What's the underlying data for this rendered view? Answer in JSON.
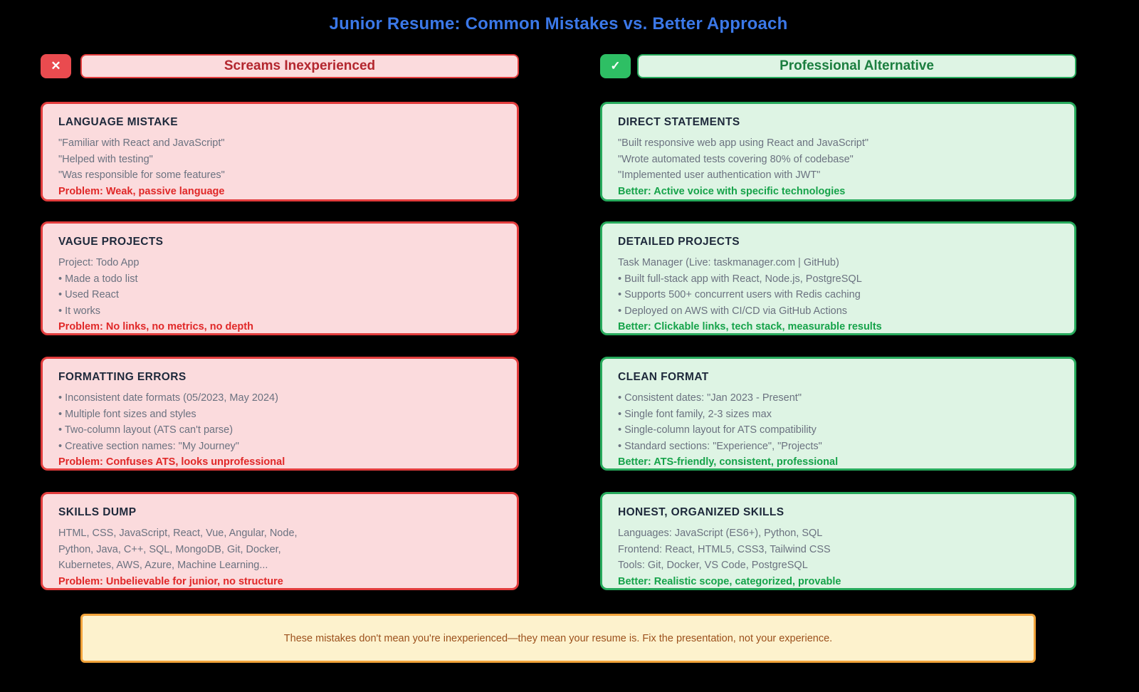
{
  "title": "Junior Resume: Common Mistakes vs. Better Approach",
  "colors": {
    "background": "#000000",
    "title_blue": "#3b78e8",
    "bad_border": "#e23d3d",
    "bad_bg": "#fbdbdd",
    "bad_header_text": "#b3262e",
    "bad_badge_bg": "#ea4b4f",
    "problem_red": "#e02828",
    "good_border": "#27aa5c",
    "good_bg": "#def4e4",
    "good_header_text": "#1b7e3f",
    "good_badge_bg": "#2ebf64",
    "better_green": "#16a34a",
    "card_title_text": "#1e293b",
    "body_text": "#6b7280",
    "note_bg": "#fdf2cd",
    "note_border": "#f2a33a",
    "note_text": "#9c511d"
  },
  "bad": {
    "badge_icon": "✕",
    "header": "Screams Inexperienced",
    "cards": [
      {
        "title": "LANGUAGE MISTAKE",
        "lines": [
          "\"Familiar with React and JavaScript\"",
          "\"Helped with testing\"",
          "\"Was responsible for some features\""
        ],
        "verdict": "Problem: Weak, passive language"
      },
      {
        "title": "VAGUE PROJECTS",
        "lines": [
          "Project: Todo App",
          "• Made a todo list",
          "• Used React",
          "• It works"
        ],
        "verdict": "Problem: No links, no metrics, no depth"
      },
      {
        "title": "FORMATTING ERRORS",
        "lines": [
          "• Inconsistent date formats (05/2023, May 2024)",
          "• Multiple font sizes and styles",
          "• Two-column layout (ATS can't parse)",
          "• Creative section names: \"My Journey\""
        ],
        "verdict": "Problem: Confuses ATS, looks unprofessional"
      },
      {
        "title": "SKILLS DUMP",
        "lines": [
          "HTML, CSS, JavaScript, React, Vue, Angular, Node,",
          "Python, Java, C++, SQL, MongoDB, Git, Docker,",
          "Kubernetes, AWS, Azure, Machine Learning..."
        ],
        "verdict": "Problem: Unbelievable for junior, no structure"
      }
    ]
  },
  "good": {
    "badge_icon": "✓",
    "header": "Professional Alternative",
    "cards": [
      {
        "title": "DIRECT STATEMENTS",
        "lines": [
          "\"Built responsive web app using React and JavaScript\"",
          "\"Wrote automated tests covering 80% of codebase\"",
          "\"Implemented user authentication with JWT\""
        ],
        "verdict": "Better: Active voice with specific technologies"
      },
      {
        "title": "DETAILED PROJECTS",
        "lines": [
          "Task Manager (Live: taskmanager.com | GitHub)",
          "• Built full-stack app with React, Node.js, PostgreSQL",
          "• Supports 500+ concurrent users with Redis caching",
          "• Deployed on AWS with CI/CD via GitHub Actions"
        ],
        "verdict": "Better: Clickable links, tech stack, measurable results"
      },
      {
        "title": "CLEAN FORMAT",
        "lines": [
          "• Consistent dates: \"Jan 2023 - Present\"",
          "• Single font family, 2-3 sizes max",
          "• Single-column layout for ATS compatibility",
          "• Standard sections: \"Experience\", \"Projects\""
        ],
        "verdict": "Better: ATS-friendly, consistent, professional"
      },
      {
        "title": "HONEST, ORGANIZED SKILLS",
        "lines": [
          "Languages: JavaScript (ES6+), Python, SQL",
          "Frontend: React, HTML5, CSS3, Tailwind CSS",
          "Tools: Git, Docker, VS Code, PostgreSQL"
        ],
        "verdict": "Better: Realistic scope, categorized, provable"
      }
    ]
  },
  "footer": {
    "note": "These mistakes don't mean you're inexperienced—they mean your resume is. Fix the presentation, not your experience."
  }
}
